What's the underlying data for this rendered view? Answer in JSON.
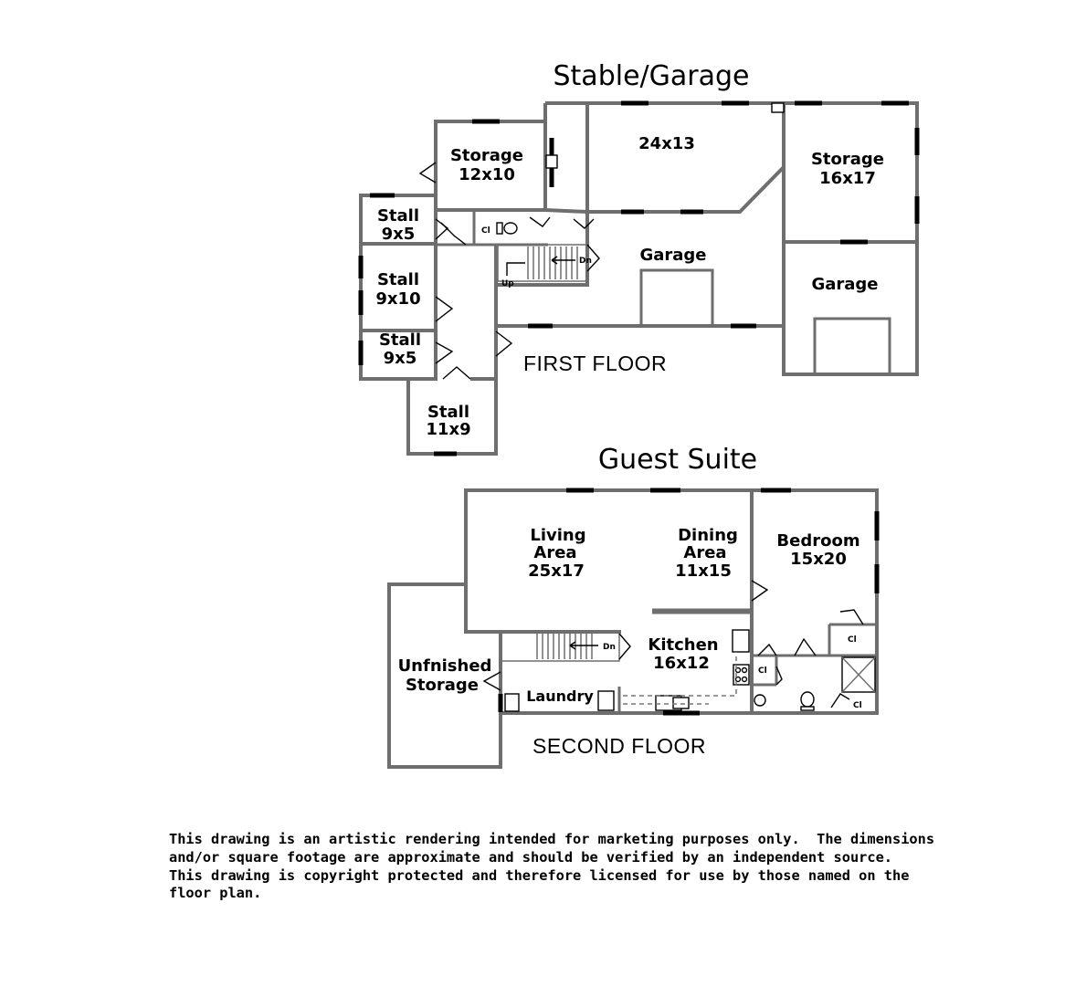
{
  "stable": {
    "title": "Stable/Garage",
    "floor_label": "FIRST FLOOR",
    "rooms": {
      "storage1": [
        "Storage",
        "12x10"
      ],
      "big_room": "24x13",
      "storage2": [
        "Storage",
        "16x17"
      ],
      "stall1": [
        "Stall",
        "9x5"
      ],
      "stall2": [
        "Stall",
        "9x10"
      ],
      "stall3": [
        "Stall",
        "9x5"
      ],
      "stall4": [
        "Stall",
        "11x9"
      ],
      "garage1": "Garage",
      "garage2": "Garage"
    },
    "marks": {
      "closet": "Cl",
      "down": "Dn",
      "up": "Up"
    }
  },
  "suite": {
    "title": "Guest Suite",
    "floor_label": "SECOND FLOOR",
    "rooms": {
      "living": [
        "Living",
        "Area",
        "25x17"
      ],
      "dining": [
        "Dining",
        "Area",
        "11x15"
      ],
      "bedroom": [
        "Bedroom",
        "15x20"
      ],
      "kitchen": [
        "Kitchen",
        "16x12"
      ],
      "storage": [
        "Unfnished",
        "Storage"
      ],
      "laundry": "Laundry"
    },
    "marks": {
      "closet": "Cl",
      "down": "Dn"
    }
  },
  "disclaimer": [
    "This drawing is an artistic rendering intended for marketing purposes only.  The dimensions",
    "and/or square footage are approximate and should be verified by an independent source.",
    "This drawing is copyright protected and therefore licensed for use by those named on the",
    "floor plan."
  ]
}
